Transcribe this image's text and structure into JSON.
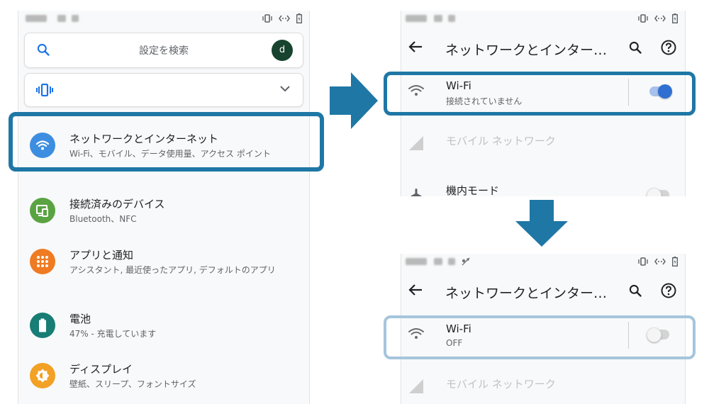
{
  "left_panel": {
    "search": {
      "placeholder": "設定を検索",
      "avatar_letter": "d"
    },
    "settings": [
      {
        "title": "ネットワークとインターネット",
        "subtitle": "Wi-Fi、モバイル、データ使用量、アクセス ポイント",
        "icon": "wifi-icon",
        "color": "#3d8ee0"
      },
      {
        "title": "接続済みのデバイス",
        "subtitle": "Bluetooth、NFC",
        "icon": "devices-icon",
        "color": "#5aa342"
      },
      {
        "title": "アプリと通知",
        "subtitle": "アシスタント, 最近使ったアプリ, デフォルトのアプリ",
        "icon": "apps-icon",
        "color": "#ef7b22"
      },
      {
        "title": "電池",
        "subtitle": "47% - 充電しています",
        "icon": "battery-icon",
        "color": "#177d75"
      },
      {
        "title": "ディスプレイ",
        "subtitle": "壁紙、スリープ、フォントサイズ",
        "icon": "brightness-icon",
        "color": "#f2a124"
      }
    ]
  },
  "network_screen": {
    "title": "ネットワークとインター…",
    "wifi_label": "Wi-Fi",
    "wifi_status_on": "接続されていません",
    "wifi_status_off": "OFF",
    "mobile_label": "モバイル ネットワーク",
    "airplane_label": "機内モード"
  },
  "colors": {
    "highlight": "#1f77a5",
    "highlight_light": "#a6c5dc",
    "arrow": "#1f77a5",
    "toggle_on": "#2e6fd1"
  }
}
